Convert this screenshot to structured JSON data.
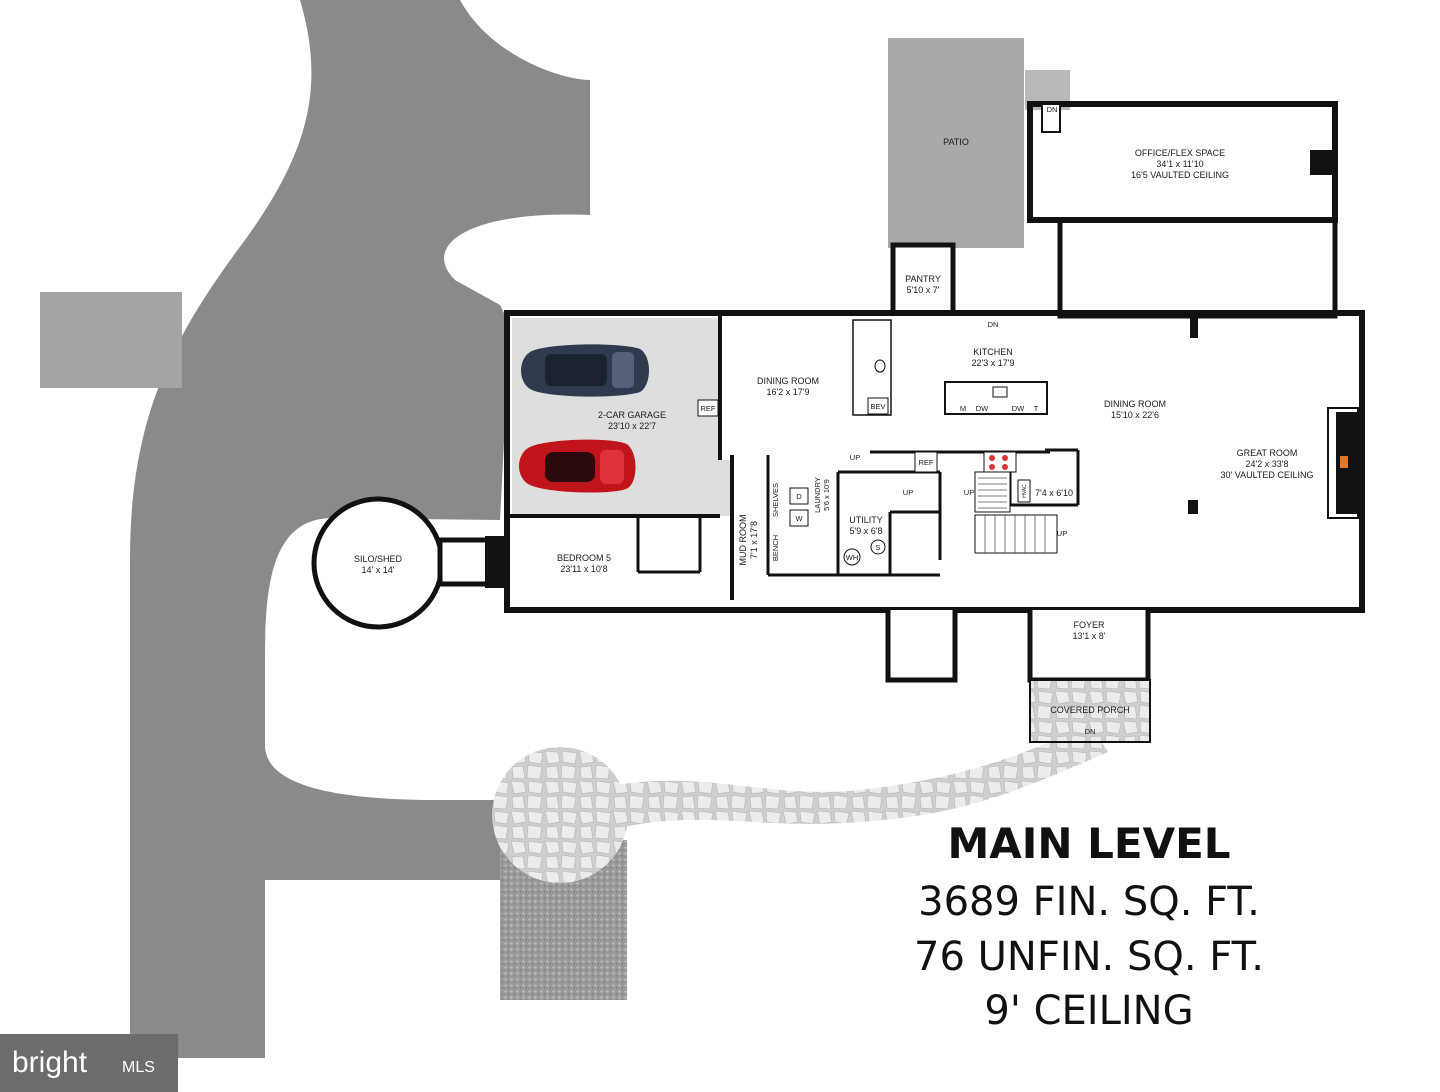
{
  "plan": {
    "rooms": {
      "patio": "PATIO",
      "office_name": "OFFICE/FLEX SPACE",
      "office_dim": "34'1 x 11'10",
      "office_ceiling": "16'5 VAULTED CEILING",
      "pantry_name": "PANTRY",
      "pantry_dim": "5'10 x 7'",
      "kitchen_name": "KITCHEN",
      "kitchen_dim": "22'3 x 17'9",
      "dining1_name": "DINING ROOM",
      "dining1_dim": "16'2 x 17'9",
      "dining2_name": "DINING ROOM",
      "dining2_dim": "15'10 x 22'6",
      "garage_name": "2-CAR GARAGE",
      "garage_dim": "23'10 x 22'7",
      "great_name": "GREAT ROOM",
      "great_dim": "24'2 x 33'8",
      "great_ceiling": "30' VAULTED CEILING",
      "silo_name": "SILO/SHED",
      "silo_dim": "14' x 14'",
      "bedroom_name": "BEDROOM 5",
      "bedroom_dim": "23'11 x 10'8",
      "mud_name": "MUD ROOM",
      "mud_dim": "7'1 x 17'8",
      "laundry_name": "LAUNDRY",
      "laundry_dim": "5'6 x 10'9",
      "utility_name": "UTILITY",
      "utility_dim": "5'9 x 6'8",
      "closet_dim": "7'4 x 6'10",
      "foyer_name": "FOYER",
      "foyer_dim": "13'1 x 8'",
      "porch_name": "COVERED PORCH"
    },
    "fixtures": {
      "dn": "DN",
      "up": "UP",
      "ref": "REF",
      "bev": "BEV",
      "m": "M",
      "dw": "DW",
      "t": "T",
      "d": "D",
      "w": "W",
      "wh": "WH",
      "s": "S",
      "hvac": "HVAC",
      "shelves": "SHELVES",
      "bench": "BENCH"
    }
  },
  "summary": {
    "title": "MAIN LEVEL",
    "fin": "3689 FIN. SQ. FT.",
    "unfin": "76 UNFIN. SQ. FT.",
    "ceiling": "9' CEILING"
  },
  "watermark": {
    "brand": "bright",
    "suffix": "MLS"
  },
  "colors": {
    "driveway": "#8a8a8a",
    "patio": "#a9a9a9",
    "garage_floor": "#dedede",
    "walls": "#111111",
    "car_red": "#c0141c",
    "car_blue": "#2f3a4e"
  }
}
